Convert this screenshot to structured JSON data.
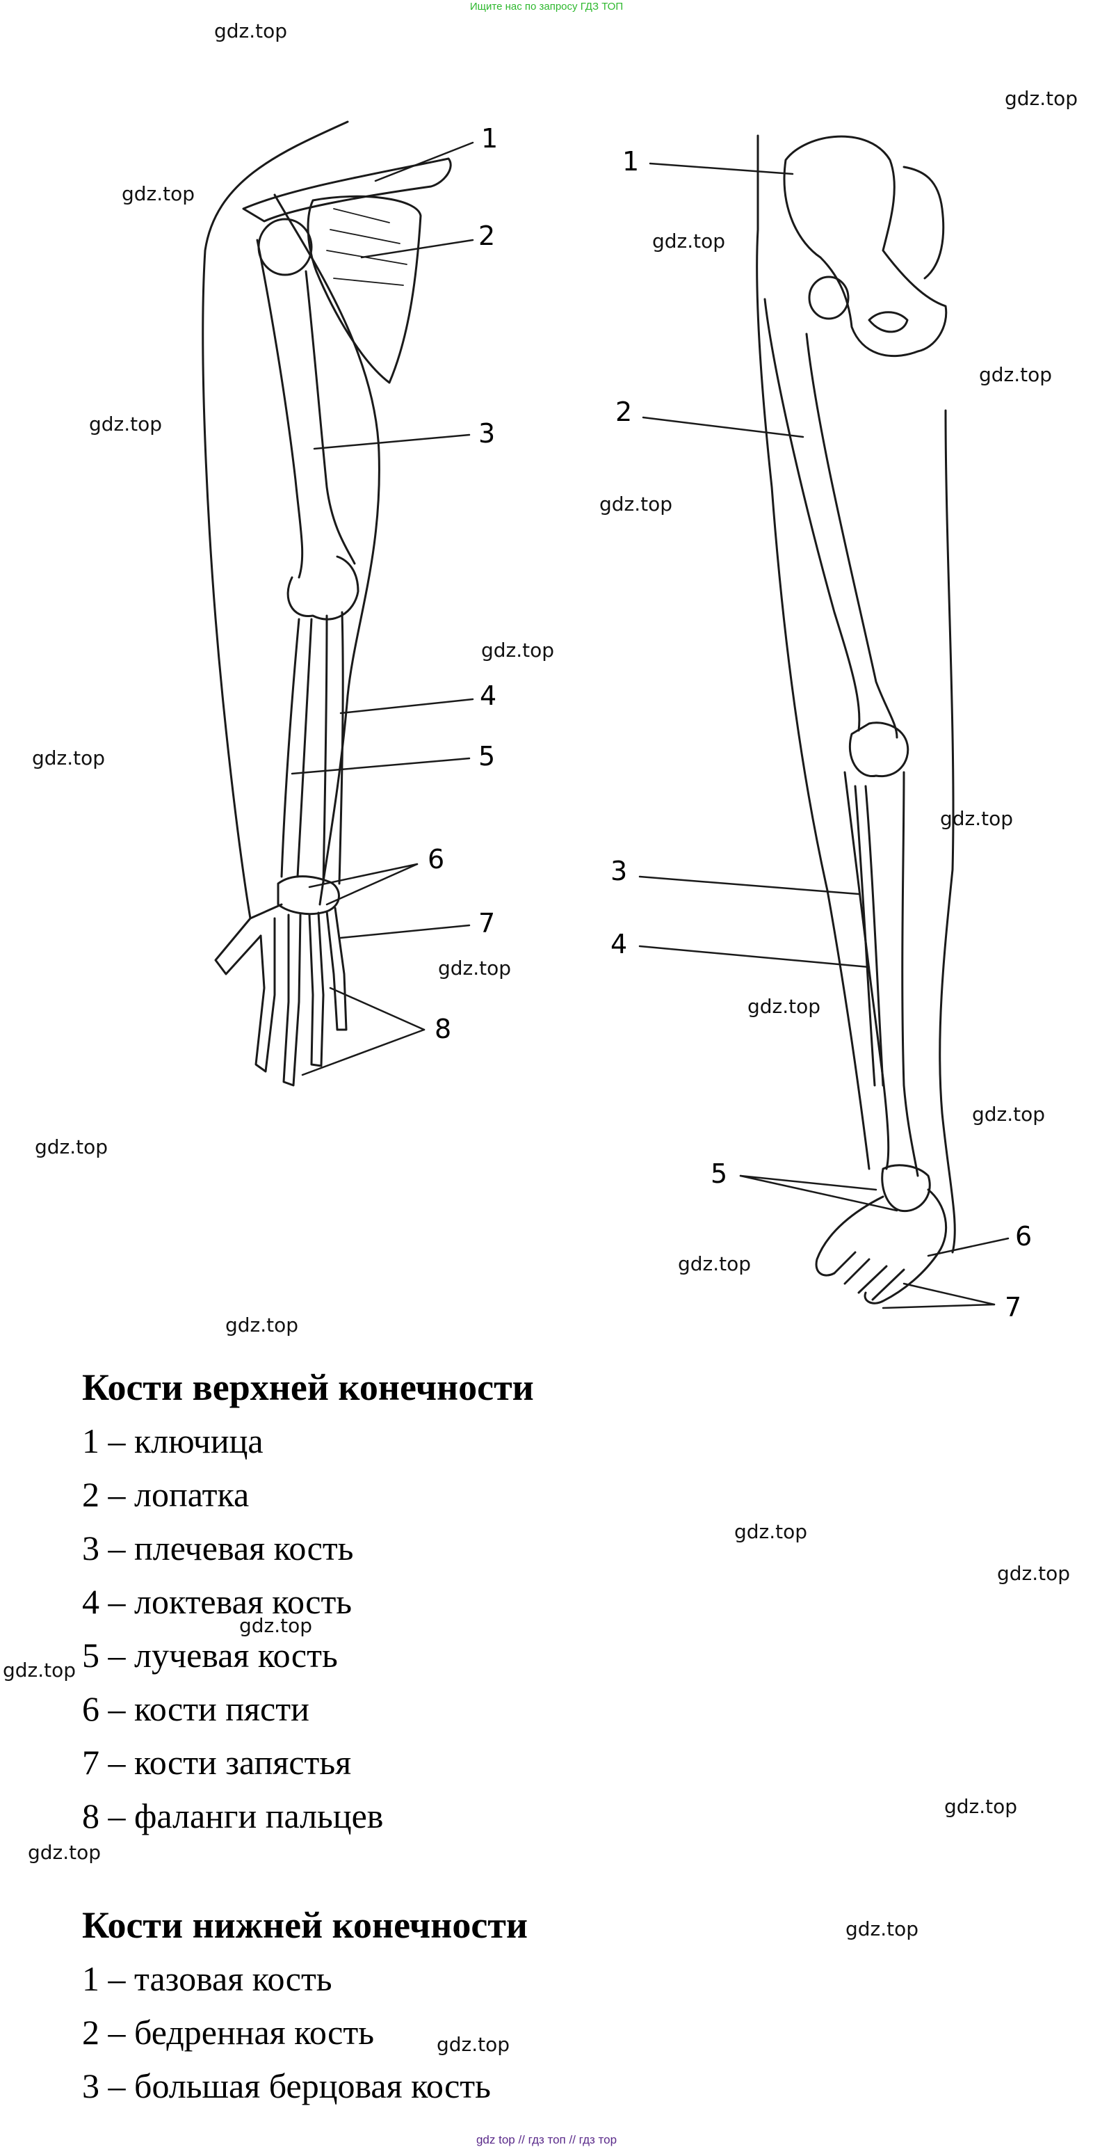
{
  "banner": {
    "text": "Ищите нас по запросу ГДЗ ТОП",
    "color": "#2eb82e"
  },
  "footer": {
    "text": "gdz top  //  гдз топ  //  гдз тор",
    "color": "#5a2a8a"
  },
  "watermark": "gdz.top",
  "diagram": {
    "arm_callouts": [
      "1",
      "2",
      "3",
      "4",
      "5",
      "6",
      "7",
      "8"
    ],
    "leg_callouts": [
      "1",
      "2",
      "3",
      "4",
      "5",
      "6",
      "7"
    ]
  },
  "upper": {
    "title": "Кости верхней конечности",
    "items": [
      "1 – ключица",
      "2 – лопатка",
      "3 – плечевая кость",
      "4 – локтевая кость",
      "5 – лучевая кость",
      "6 – кости пясти",
      "7 – кости запястья",
      "8 – фаланги пальцев"
    ]
  },
  "lower": {
    "title": "Кости нижней конечности",
    "items": [
      "1 – тазовая кость",
      "2 – бедренная кость",
      "3 – большая берцовая кость"
    ]
  }
}
